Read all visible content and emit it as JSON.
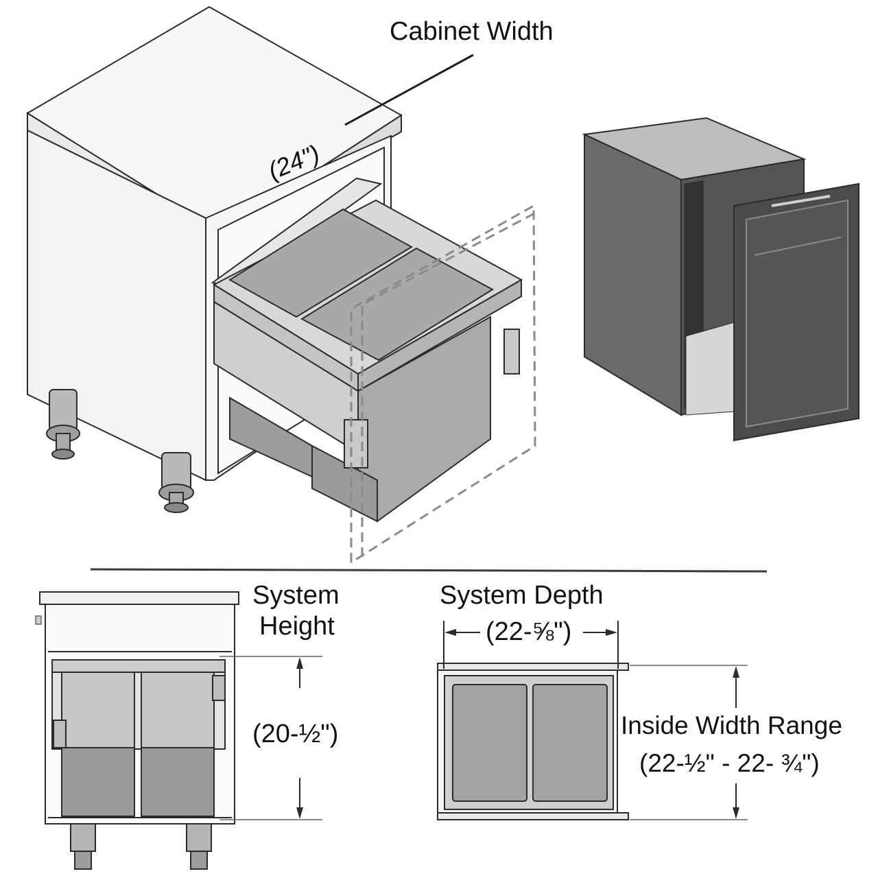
{
  "labels": {
    "cabinet_width": "Cabinet Width",
    "cabinet_width_value": "(24\")",
    "system_height_line1": "System",
    "system_height_line2": "Height",
    "system_height_value": "(20-½\")",
    "system_depth": "System Depth",
    "system_depth_value": "(22-⅝\")",
    "inside_width_range": "Inside Width Range",
    "inside_width_range_value": "(22-½\" - 22- ¾\")"
  },
  "colors": {
    "line": "#2b2b2b",
    "cabinet_face": "#f4f4f4",
    "bin_gray": "#9b9b9b",
    "bin_light": "#c8c8c8",
    "dark_cabinet": "#5a5a5a",
    "dark_door": "#4b4b4b"
  }
}
